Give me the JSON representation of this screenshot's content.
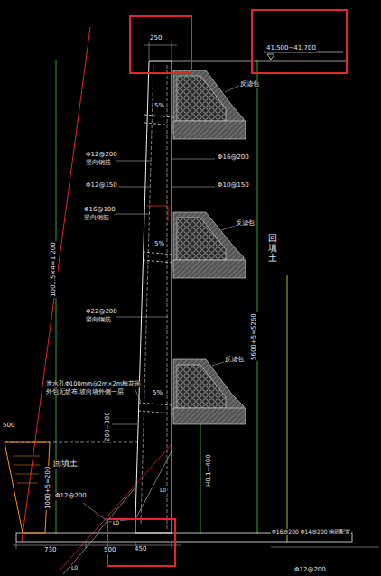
{
  "diagram": {
    "nodes": [
      {
        "text": [
          "250"
        ]
      },
      {
        "text": [
          "41.500~41.700"
        ]
      },
      {
        "text": [
          "450"
        ]
      }
    ],
    "labels": [
      "反滤包",
      "反滤包",
      "反滤包",
      "5%",
      "5%",
      "5%",
      "Φ12@200",
      "竖向钢筋",
      "Φ16@200",
      "Φ12@150",
      "Φ10@150",
      "Φ16@100",
      "竖向钢筋",
      "Φ22@200",
      "竖向钢筋",
      "泄水孔Φ100mm@2m×2m梅花形",
      "外包无纺布,坡向墙外侧一层",
      "回填土",
      "回填土",
      "1001.5×4=1.200",
      "5600+5=5260",
      "H0.1+400",
      "200~300",
      "1000+5=200",
      "500",
      "Φ12@200",
      "Φ16@200 Φ14@200 钢筋配置",
      "730",
      "500",
      "Φ12@200",
      "L0",
      "L0",
      "L0"
    ]
  }
}
